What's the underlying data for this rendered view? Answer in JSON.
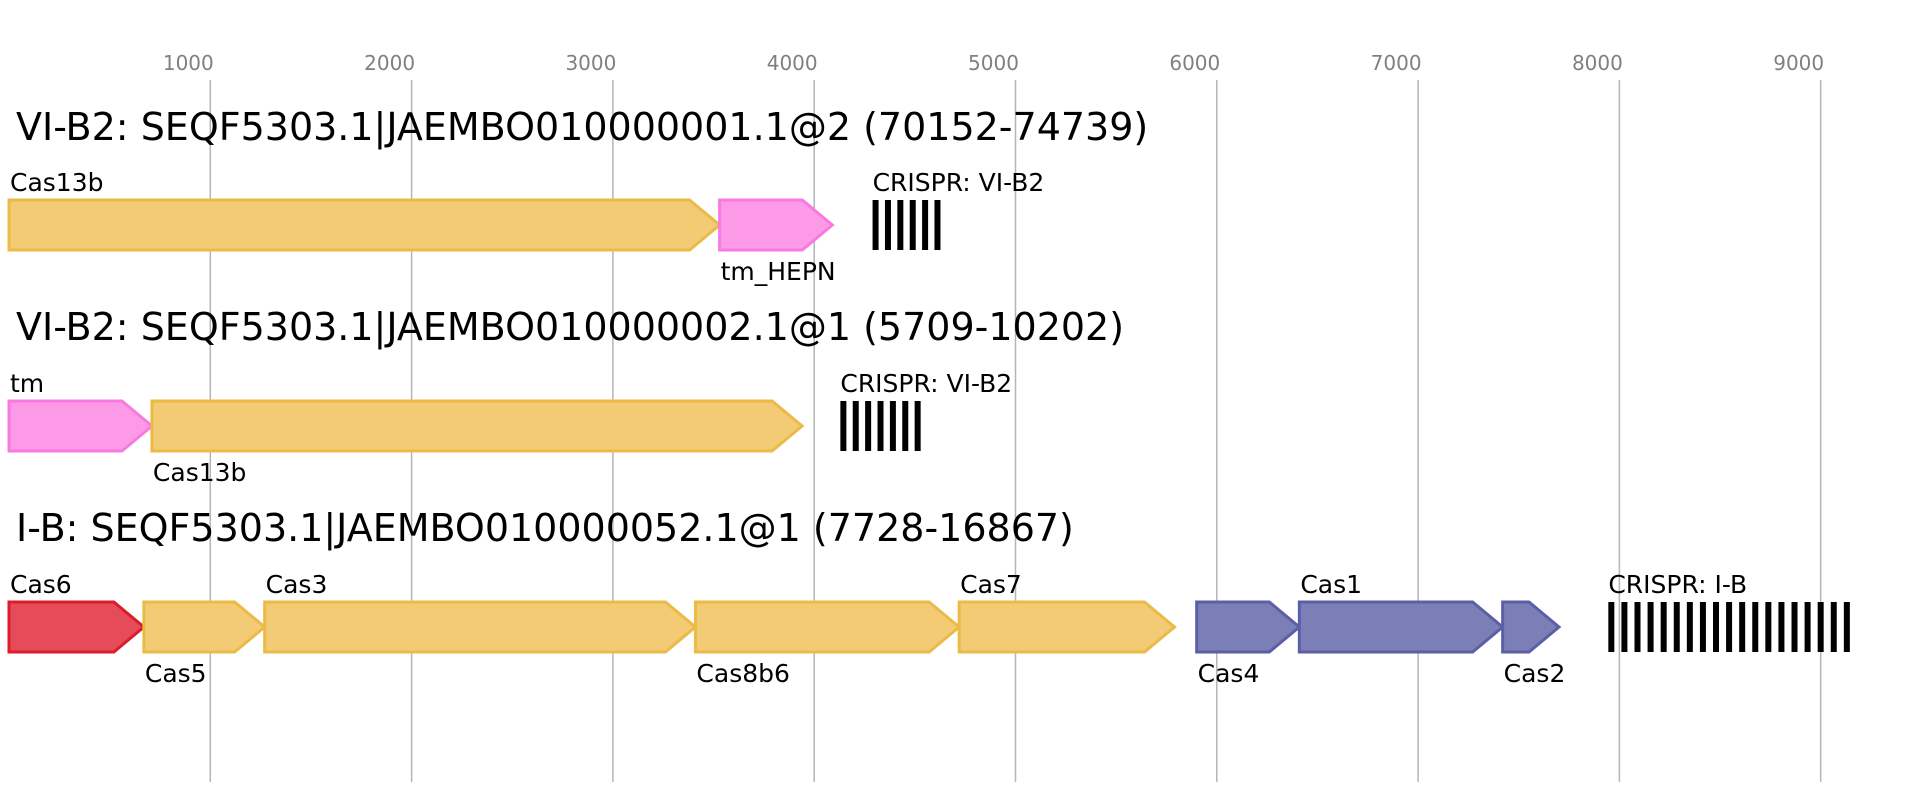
{
  "axis": {
    "ticks": [
      "1000",
      "2000",
      "3000",
      "4000",
      "5000",
      "6000",
      "7000",
      "8000",
      "9000"
    ]
  },
  "colors": {
    "yellow_fill": "#f2cb74",
    "yellow_stroke": "#ebbb47",
    "pink_fill": "#fd9ae8",
    "pink_stroke": "#f87ae0",
    "red_fill": "#e54b59",
    "red_stroke": "#dd1b2b",
    "blue_fill": "#7c7fb6",
    "blue_stroke": "#5a5fa8"
  },
  "loci": [
    {
      "title": "VI-B2: SEQF5303.1|JAEMBO010000001.1@2 (70152-74739)",
      "genes": [
        {
          "label": "Cas13b",
          "start": 0,
          "end": 3530,
          "color": "yellow",
          "label_pos": "above"
        },
        {
          "label": "tm_HEPN",
          "start": 3530,
          "end": 4090,
          "color": "pink",
          "label_pos": "below"
        }
      ],
      "crispr": {
        "label": "CRISPR: VI-B2",
        "start": 4290,
        "repeats": 6,
        "spacing": 61.5
      }
    },
    {
      "title": "VI-B2: SEQF5303.1|JAEMBO010000002.1@1 (5709-10202)",
      "genes": [
        {
          "label": "tm",
          "start": 0,
          "end": 710,
          "color": "pink",
          "label_pos": "above"
        },
        {
          "label": "Cas13b",
          "start": 710,
          "end": 3940,
          "color": "yellow",
          "label_pos": "below"
        }
      ],
      "crispr": {
        "label": "CRISPR: VI-B2",
        "start": 4130,
        "repeats": 7,
        "spacing": 61.5
      }
    },
    {
      "title": "I-B: SEQF5303.1|JAEMBO010000052.1@1 (7728-16867)",
      "genes": [
        {
          "label": "Cas6",
          "start": 0,
          "end": 670,
          "color": "red",
          "label_pos": "above",
          "direction": "reverse"
        },
        {
          "label": "Cas5",
          "start": 670,
          "end": 1270,
          "color": "yellow",
          "label_pos": "below"
        },
        {
          "label": "Cas3",
          "start": 1270,
          "end": 3410,
          "color": "yellow",
          "label_pos": "above"
        },
        {
          "label": "Cas8b6",
          "start": 3410,
          "end": 4720,
          "color": "yellow",
          "label_pos": "below"
        },
        {
          "label": "Cas7",
          "start": 4720,
          "end": 5790,
          "color": "yellow",
          "label_pos": "above"
        },
        {
          "label": "Cas4",
          "start": 5900,
          "end": 6410,
          "color": "blue",
          "label_pos": "below"
        },
        {
          "label": "Cas1",
          "start": 6410,
          "end": 7420,
          "color": "blue",
          "label_pos": "above"
        },
        {
          "label": "Cas2",
          "start": 7420,
          "end": 7700,
          "color": "blue",
          "label_pos": "below"
        }
      ],
      "crispr": {
        "label": "CRISPR: I-B",
        "start": 7945,
        "repeats": 19,
        "spacing": 65.0
      }
    }
  ]
}
